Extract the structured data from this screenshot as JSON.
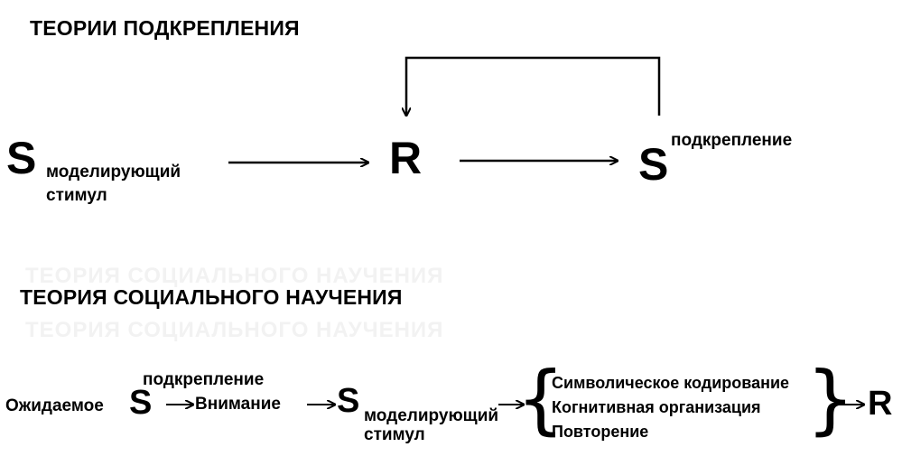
{
  "reinforcement": {
    "title": "ТЕОРИИ ПОДКРЕПЛЕНИЯ",
    "s_model": "S",
    "s_model_sub": "моделирующий",
    "s_model_sub2": "стимул",
    "r": "R",
    "s_reinf": "S",
    "s_reinf_sup": "подкрепление"
  },
  "social": {
    "title": "ТЕОРИЯ СОЦИАЛЬНОГО НАУЧЕНИЯ",
    "expected": "Ожидаемое",
    "s1": "S",
    "s1_sup": "подкрепление",
    "attention": "Внимание",
    "s2": "S",
    "s2_sub": "моделирующий",
    "s2_sub2": "стимул",
    "processes": [
      "Символическое кодирование",
      "Когнитивная организация",
      "Повторение"
    ],
    "r": "R",
    "brace_open": "{",
    "brace_close": "}"
  }
}
